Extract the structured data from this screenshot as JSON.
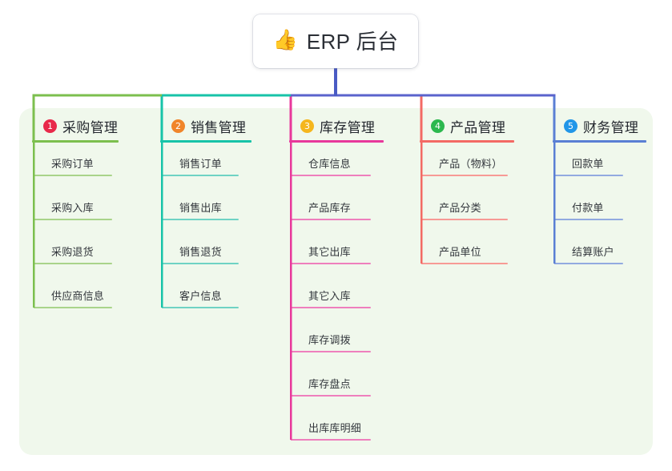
{
  "root": {
    "icon": "thumbs-up-icon",
    "emoji": "👍",
    "title": "ERP 后台"
  },
  "panel": {
    "background_color": "#f0f8ec"
  },
  "trunk_color": "#4a5bc4",
  "branch_bar_segments": [
    {
      "color": "#7cbf4e",
      "from": "branch-1",
      "to": "branch-2"
    },
    {
      "color": "#17c3a8",
      "from": "branch-2",
      "to": "branch-3"
    },
    {
      "color": "#5a63cc",
      "from": "branch-3",
      "to": "branch-5"
    }
  ],
  "branches": [
    {
      "index": "1",
      "title": "采购管理",
      "badge_color": "#e8294a",
      "line_color": "#7cbf4e",
      "leaf_color": "#a9d48a",
      "items": [
        "采购订单",
        "采购入库",
        "采购退货",
        "供应商信息"
      ]
    },
    {
      "index": "2",
      "title": "销售管理",
      "badge_color": "#f0852a",
      "line_color": "#17c3a8",
      "leaf_color": "#6fd3c4",
      "items": [
        "销售订单",
        "销售出库",
        "销售退货",
        "客户信息"
      ]
    },
    {
      "index": "3",
      "title": "库存管理",
      "badge_color": "#f5b61d",
      "line_color": "#e8389b",
      "leaf_color": "#ee7fbd",
      "items": [
        "仓库信息",
        "产品库存",
        "其它出库",
        "其它入库",
        "库存调拨",
        "库存盘点",
        "出库库明细"
      ]
    },
    {
      "index": "4",
      "title": "产品管理",
      "badge_color": "#2cb84e",
      "line_color": "#f36a64",
      "leaf_color": "#f79a95",
      "items": [
        "产品（物料）",
        "产品分类",
        "产品单位"
      ]
    },
    {
      "index": "5",
      "title": "财务管理",
      "badge_color": "#2196e8",
      "line_color": "#5a7fd4",
      "leaf_color": "#92aae0",
      "items": [
        "回款单",
        "付款单",
        "结算账户"
      ]
    }
  ]
}
